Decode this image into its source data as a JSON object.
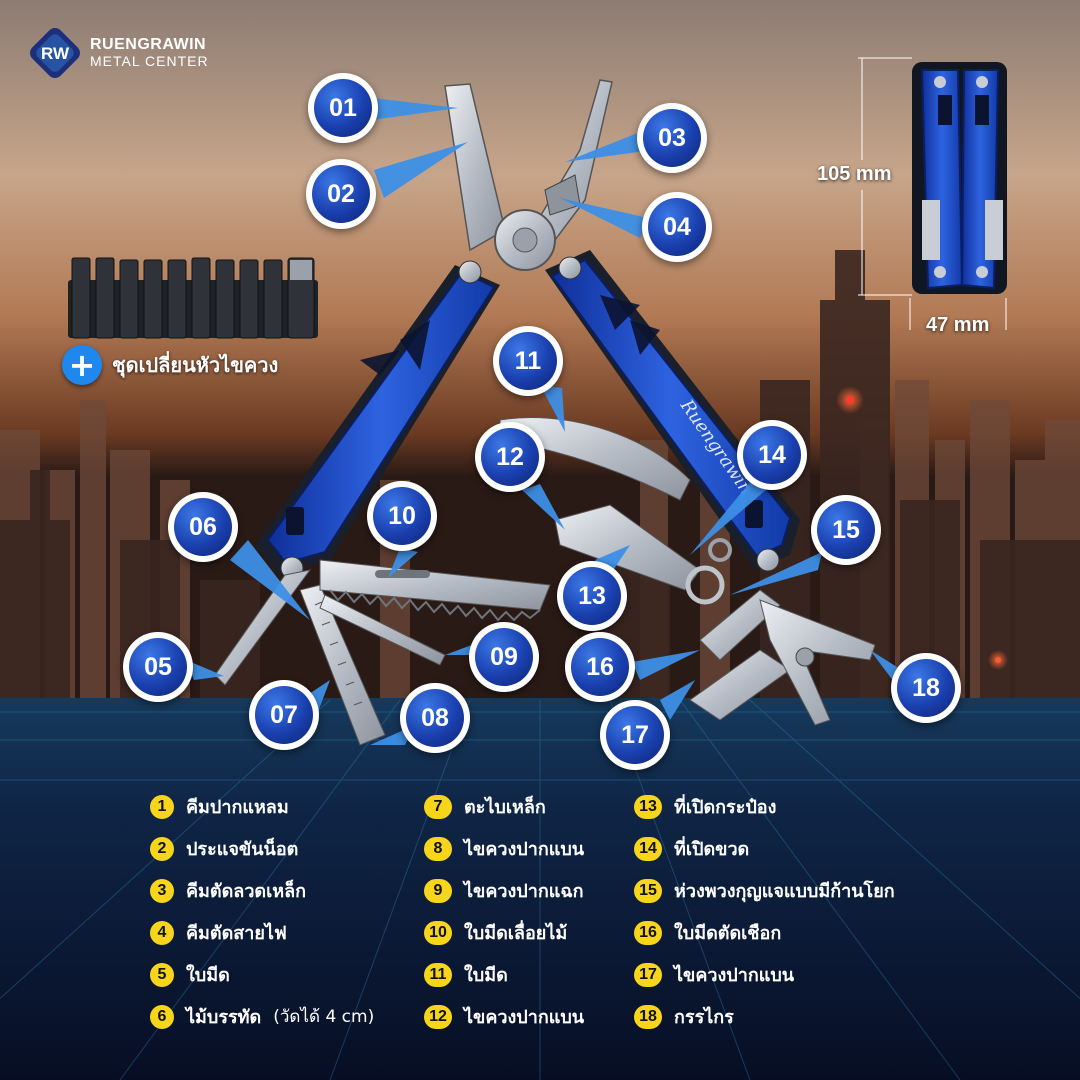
{
  "brand": {
    "name": "RUENGRAWIN",
    "subtitle": "METAL CENTER",
    "logo_text": "RW",
    "colors": {
      "logo_bg": "#1d2f7a",
      "logo_accent": "#3a9cf0"
    }
  },
  "colors": {
    "badge_blue": "#1a3fae",
    "tool_blue": "#1f4fcf",
    "legend_number_bg": "#f7d51b",
    "steel": "#c9ced6"
  },
  "tool_engraving": "Ruengrawin",
  "callouts": [
    "01",
    "02",
    "03",
    "04",
    "05",
    "06",
    "07",
    "08",
    "09",
    "10",
    "11",
    "12",
    "13",
    "14",
    "15",
    "16",
    "17",
    "18"
  ],
  "dimensions": {
    "height": "105 mm",
    "width": "47 mm"
  },
  "bits": {
    "caption": "ชุดเปลี่ยนหัวไขควง",
    "icon": "plus-icon"
  },
  "legend": [
    {
      "num": "1",
      "text": "คีมปากแหลม"
    },
    {
      "num": "2",
      "text": "ประแจขันน็อต"
    },
    {
      "num": "3",
      "text": "คีมตัดลวดเหล็ก"
    },
    {
      "num": "4",
      "text": "คีมตัดสายไฟ"
    },
    {
      "num": "5",
      "text": "ใบมีด"
    },
    {
      "num": "6",
      "text": "ไม้บรรทัด",
      "note": "(วัดได้ 4 cm)"
    },
    {
      "num": "7",
      "text": "ตะไบเหล็ก"
    },
    {
      "num": "8",
      "text": "ไขควงปากแบน"
    },
    {
      "num": "9",
      "text": "ไขควงปากแฉก"
    },
    {
      "num": "10",
      "text": "ใบมีดเลื่อยไม้"
    },
    {
      "num": "11",
      "text": "ใบมีด"
    },
    {
      "num": "12",
      "text": "ไขควงปากแบน"
    },
    {
      "num": "13",
      "text": "ที่เปิดกระป๋อง"
    },
    {
      "num": "14",
      "text": "ที่เปิดขวด"
    },
    {
      "num": "15",
      "text": "ห่วงพวงกุญแจแบบมีก้านโยก"
    },
    {
      "num": "16",
      "text": "ใบมีดตัดเชือก"
    },
    {
      "num": "17",
      "text": "ไขควงปากแบน"
    },
    {
      "num": "18",
      "text": "กรรไกร"
    }
  ]
}
